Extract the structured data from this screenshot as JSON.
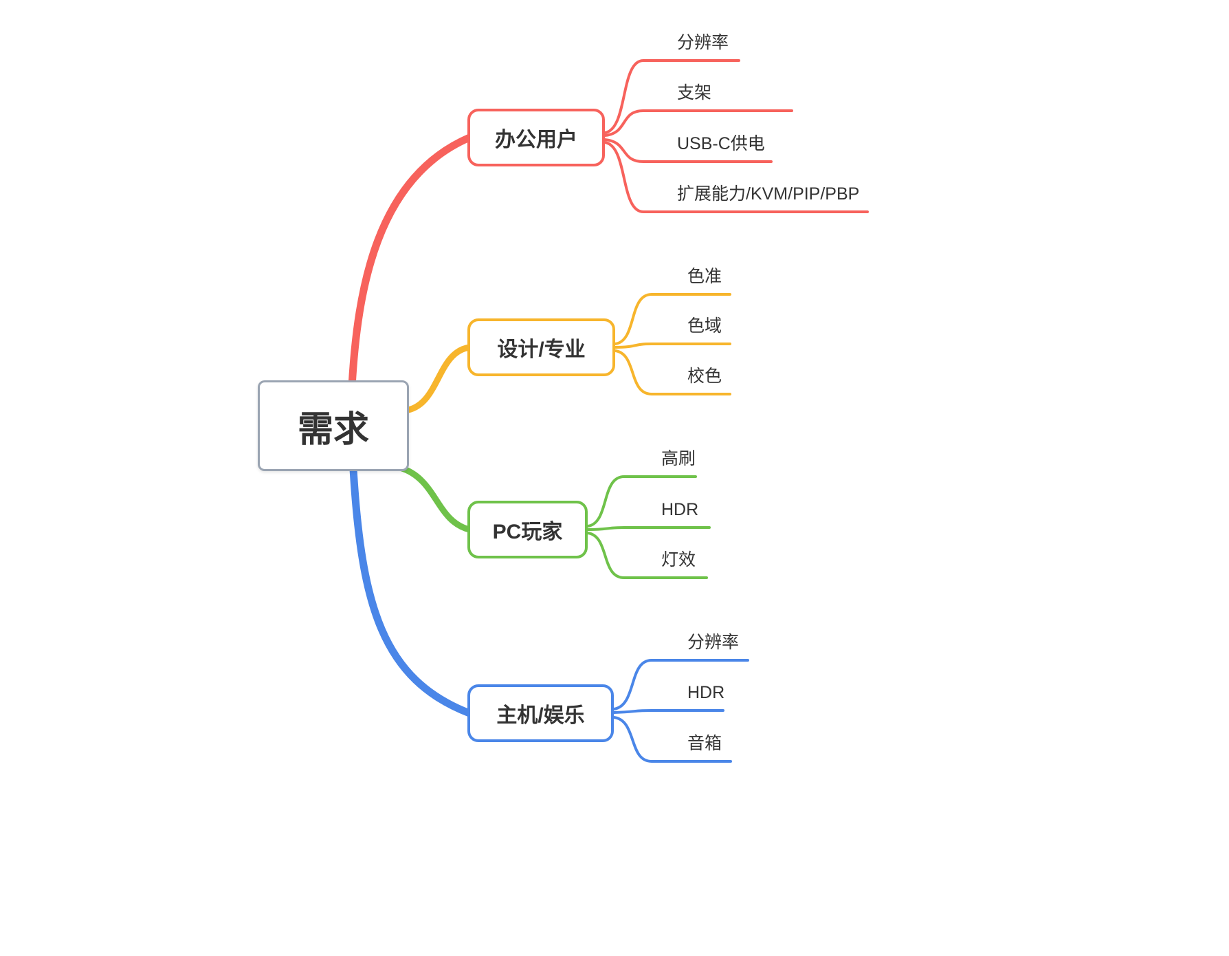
{
  "colors": {
    "red": "#f7625c",
    "orange": "#f7b52c",
    "green": "#6fc24a",
    "blue": "#4a86e8",
    "gray": "#9aa4b2",
    "text": "#333333"
  },
  "root": {
    "label": "需求"
  },
  "branches": [
    {
      "label": "办公用户",
      "color": "red",
      "children": [
        {
          "label": "分辨率"
        },
        {
          "label": "支架"
        },
        {
          "label": "USB-C供电"
        },
        {
          "label": "扩展能力/KVM/PIP/PBP"
        }
      ]
    },
    {
      "label": "设计/专业",
      "color": "orange",
      "children": [
        {
          "label": "色准"
        },
        {
          "label": "色域"
        },
        {
          "label": "校色"
        }
      ]
    },
    {
      "label": "PC玩家",
      "color": "green",
      "children": [
        {
          "label": "高刷"
        },
        {
          "label": "HDR"
        },
        {
          "label": "灯效"
        }
      ]
    },
    {
      "label": "主机/娱乐",
      "color": "blue",
      "children": [
        {
          "label": "分辨率"
        },
        {
          "label": "HDR"
        },
        {
          "label": "音箱"
        }
      ]
    }
  ]
}
